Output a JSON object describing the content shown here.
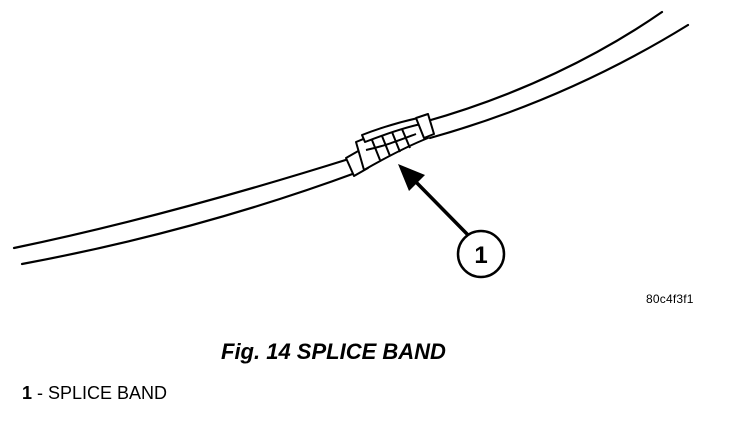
{
  "callout": {
    "number": "1"
  },
  "image_code": "80c4f3f1",
  "caption": "Fig. 14 SPLICE BAND",
  "legend": [
    {
      "number": "1",
      "separator": " - ",
      "label": "SPLICE BAND"
    }
  ],
  "colors": {
    "line": "#000000",
    "background": "#ffffff"
  }
}
